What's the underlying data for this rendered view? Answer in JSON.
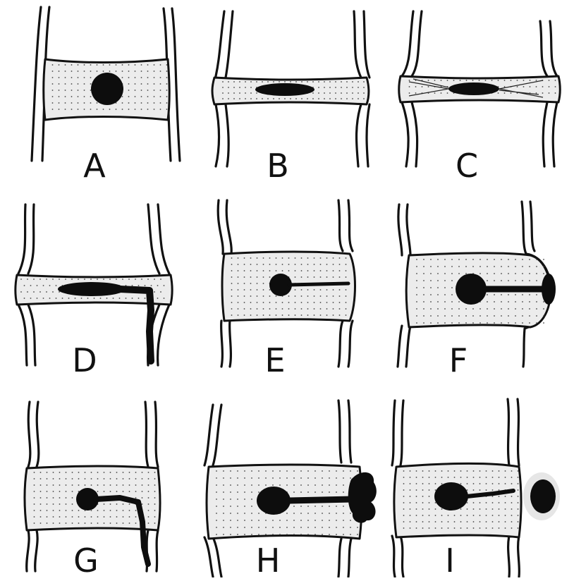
{
  "panels": [
    {
      "id": "A",
      "label": "A"
    },
    {
      "id": "B",
      "label": "B"
    },
    {
      "id": "C",
      "label": "C"
    },
    {
      "id": "D",
      "label": "D"
    },
    {
      "id": "E",
      "label": "E"
    },
    {
      "id": "F",
      "label": "F"
    },
    {
      "id": "G",
      "label": "G"
    },
    {
      "id": "H",
      "label": "H"
    },
    {
      "id": "I",
      "label": "I"
    }
  ]
}
